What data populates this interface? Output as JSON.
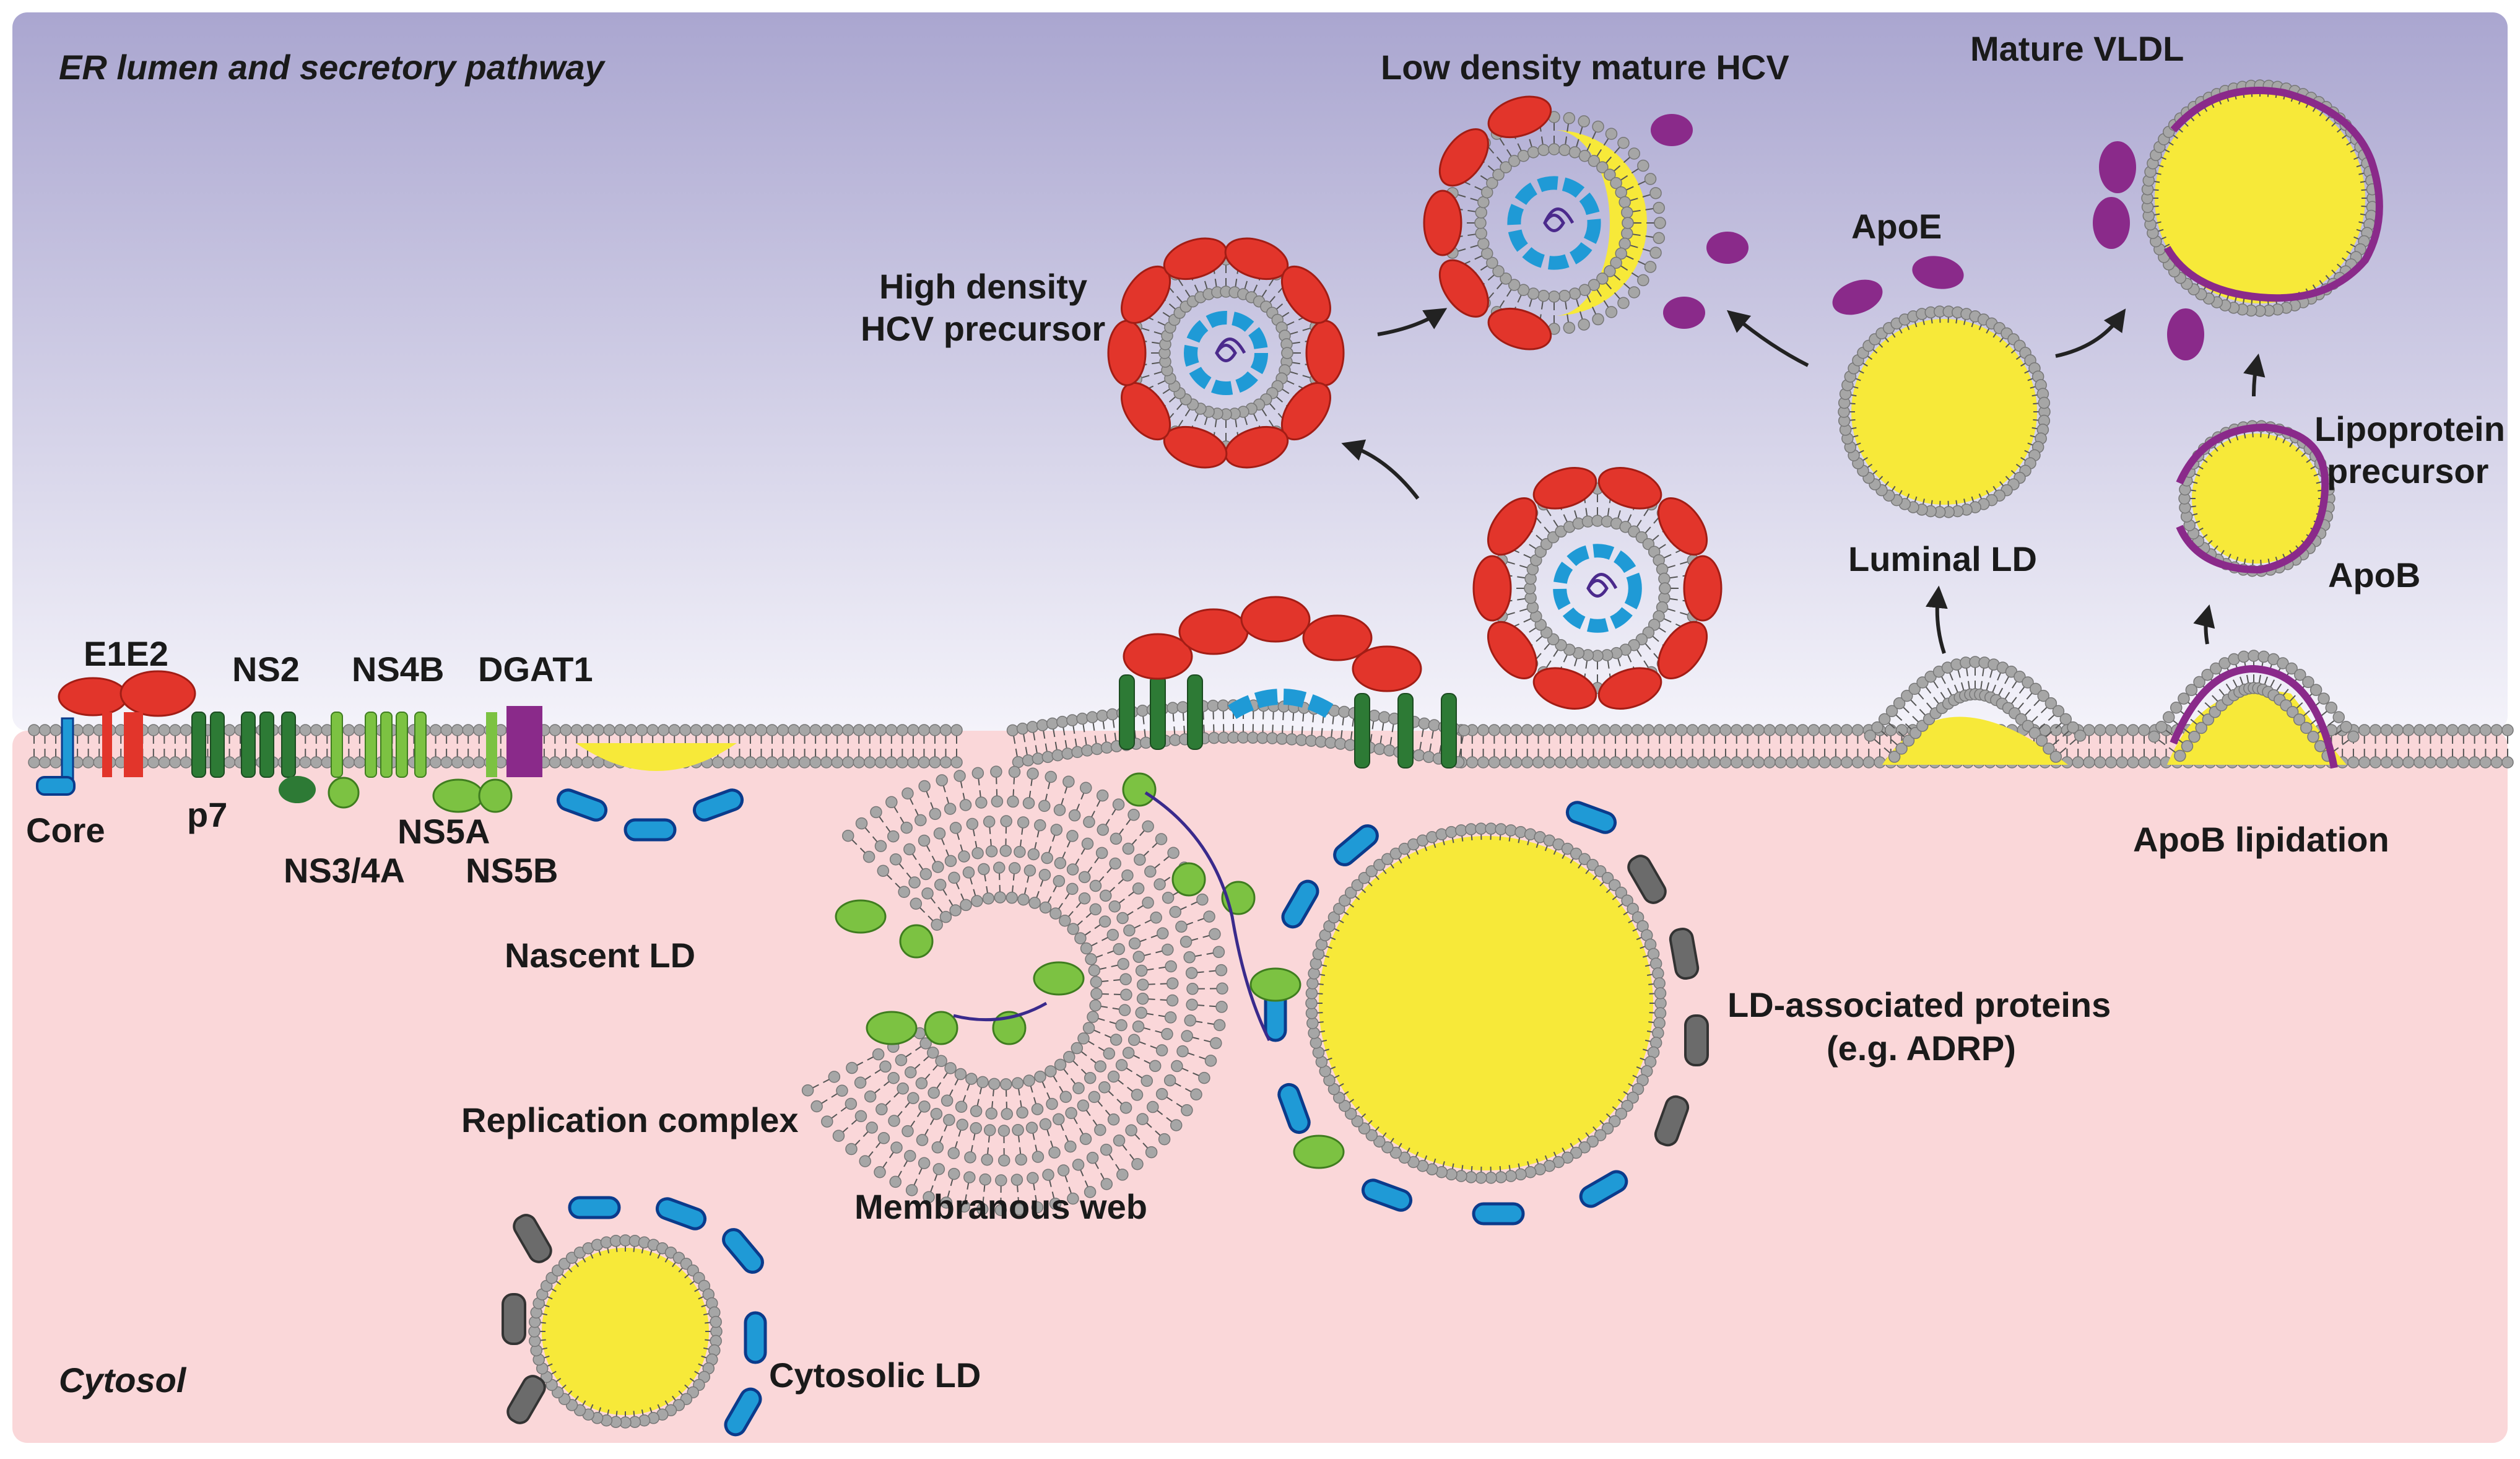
{
  "regions": {
    "lumen_title": "ER lumen and secretory pathway",
    "cytosol_title": "Cytosol"
  },
  "proteins": {
    "e1e2": "E1E2",
    "ns2": "NS2",
    "ns4b": "NS4B",
    "dgat1": "DGAT1",
    "core": "Core",
    "p7": "p7",
    "ns5a": "NS5A",
    "ns34a": "NS3/4A",
    "ns5b": "NS5B"
  },
  "structures": {
    "nascent_ld": "Nascent LD",
    "replication_complex": "Replication complex",
    "membranous_web": "Membranous web",
    "cytosolic_ld": "Cytosolic LD",
    "ld_proteins_line1": "LD-associated proteins",
    "ld_proteins_line2": "(e.g. ADRP)",
    "high_density_line1": "High density",
    "high_density_line2": "HCV precursor",
    "low_density": "Low density mature HCV",
    "apoe": "ApoE",
    "luminal_ld": "Luminal LD",
    "mature_vldl": "Mature VLDL",
    "lipoprotein_line1": "Lipoprotein",
    "lipoprotein_line2": "precursor",
    "apob": "ApoB",
    "apob_lipidation": "ApoB lipidation"
  },
  "colors": {
    "lumen_top": "#aaa6d0",
    "lumen_bottom": "#f4f3fa",
    "cytosol": "#fad7d9",
    "lipid_core": "#f7e939",
    "lipid_head": "#a6a6a6",
    "e1e2_red": "#e2352b",
    "core_blue": "#1f9ad6",
    "ns_dark_green": "#2d7a35",
    "ns_light_green": "#7cc242",
    "apoe_purple": "#8a2a8a",
    "adrp_gray": "#6b6b6b"
  }
}
